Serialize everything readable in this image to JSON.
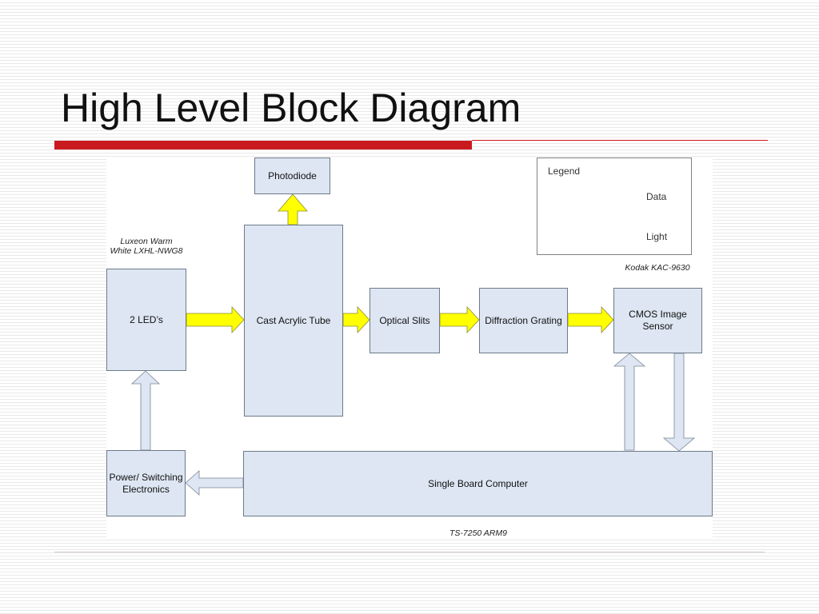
{
  "slide": {
    "title": "High Level Block Diagram"
  },
  "legend": {
    "title": "Legend",
    "items": [
      {
        "label": "Data",
        "color": "#dde6f2"
      },
      {
        "label": "Light",
        "color": "#ffff00"
      }
    ]
  },
  "blocks": {
    "photodiode": "Photodiode",
    "leds": "2 LED’s",
    "tube": "Cast Acrylic Tube",
    "slits": "Optical Slits",
    "grating": "Diffraction Grating",
    "cmos": "CMOS Image Sensor",
    "power": "Power/ Switching Electronics",
    "sbc": "Single Board Computer"
  },
  "notes": {
    "led_part": "Luxeon Warm White LXHL-NWG8",
    "sensor_part": "Kodak KAC-9630",
    "sbc_part": "TS-7250 ARM9"
  },
  "colors": {
    "block_fill": "#dde6f2",
    "light_arrow": "#ffff00",
    "accent_red": "#c81a1f"
  }
}
